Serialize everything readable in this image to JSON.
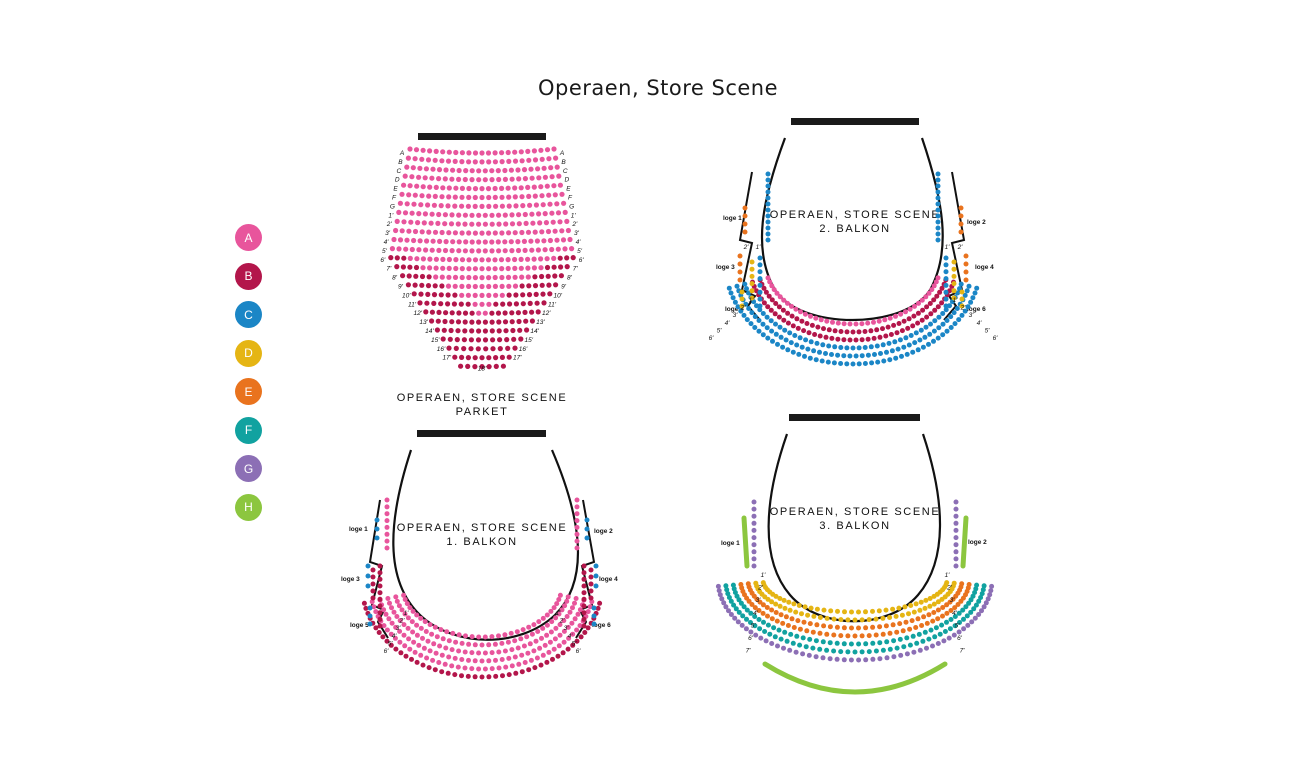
{
  "title": "Operaen, Store Scene",
  "legend": [
    {
      "letter": "A",
      "color": "#e8559c"
    },
    {
      "letter": "B",
      "color": "#b3164b"
    },
    {
      "letter": "C",
      "color": "#1b86c6"
    },
    {
      "letter": "D",
      "color": "#e5b514"
    },
    {
      "letter": "E",
      "color": "#e9731e"
    },
    {
      "letter": "F",
      "color": "#11a2a0"
    },
    {
      "letter": "G",
      "color": "#8c6fb5"
    },
    {
      "letter": "H",
      "color": "#8cc63f"
    }
  ],
  "sections": {
    "parket": {
      "line1": "OPERAEN, STORE SCENE",
      "line2": "PARKET"
    },
    "balkon1": {
      "line1": "OPERAEN, STORE SCENE",
      "line2": "1. BALKON"
    },
    "balkon2": {
      "line1": "OPERAEN, STORE SCENE",
      "line2": "2. BALKON"
    },
    "balkon3": {
      "line1": "OPERAEN, STORE SCENE",
      "line2": "3. BALKON"
    }
  },
  "parket_rows": [
    "A",
    "B",
    "C",
    "D",
    "E",
    "F",
    "G",
    "1'",
    "2'",
    "3'",
    "4'",
    "5'",
    "6'",
    "7'",
    "8'",
    "9'",
    "10'",
    "11'",
    "12'",
    "13'",
    "14'",
    "15'",
    "16'",
    "17'",
    "18'"
  ],
  "balkon1_rows": [
    "1'",
    "2'",
    "3'",
    "4'",
    "5'",
    "6'"
  ],
  "balkon1_loges": [
    "loge 1",
    "loge 2",
    "loge 3",
    "loge 4",
    "loge 5",
    "loge 6"
  ],
  "balkon2_rows": [
    "1'",
    "2'",
    "3'",
    "4'",
    "5'",
    "6'"
  ],
  "balkon2_loges": [
    "loge 1",
    "loge 2",
    "loge 3",
    "loge 4",
    "loge 5",
    "loge 6"
  ],
  "balkon3_rows": [
    "1'",
    "2'",
    "3'",
    "4'",
    "5'",
    "6'",
    "7'"
  ],
  "balkon3_loges": [
    "loge 1",
    "loge 2"
  ]
}
